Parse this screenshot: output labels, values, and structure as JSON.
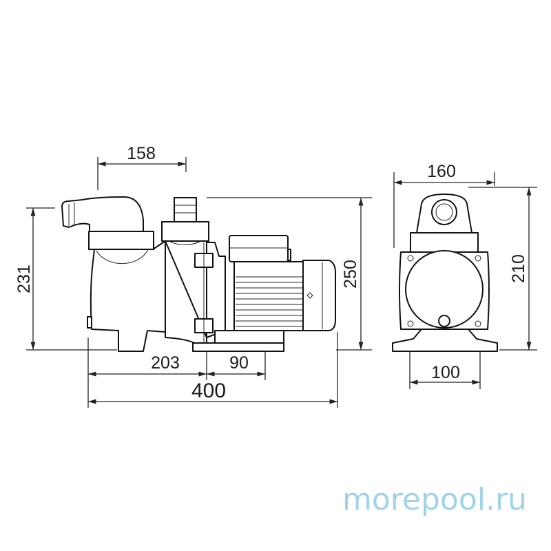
{
  "dimensions": {
    "side_view": {
      "strainer_offset": "158",
      "strainer_height": "231",
      "total_height": "250",
      "to_foot": "203",
      "foot_spacing": "90",
      "total_length": "400"
    },
    "front_view": {
      "width": "160",
      "height": "210",
      "base_width": "100"
    }
  },
  "watermark": "morepool.ru",
  "colors": {
    "line": "#111111",
    "watermark": "#9fd4e8"
  }
}
